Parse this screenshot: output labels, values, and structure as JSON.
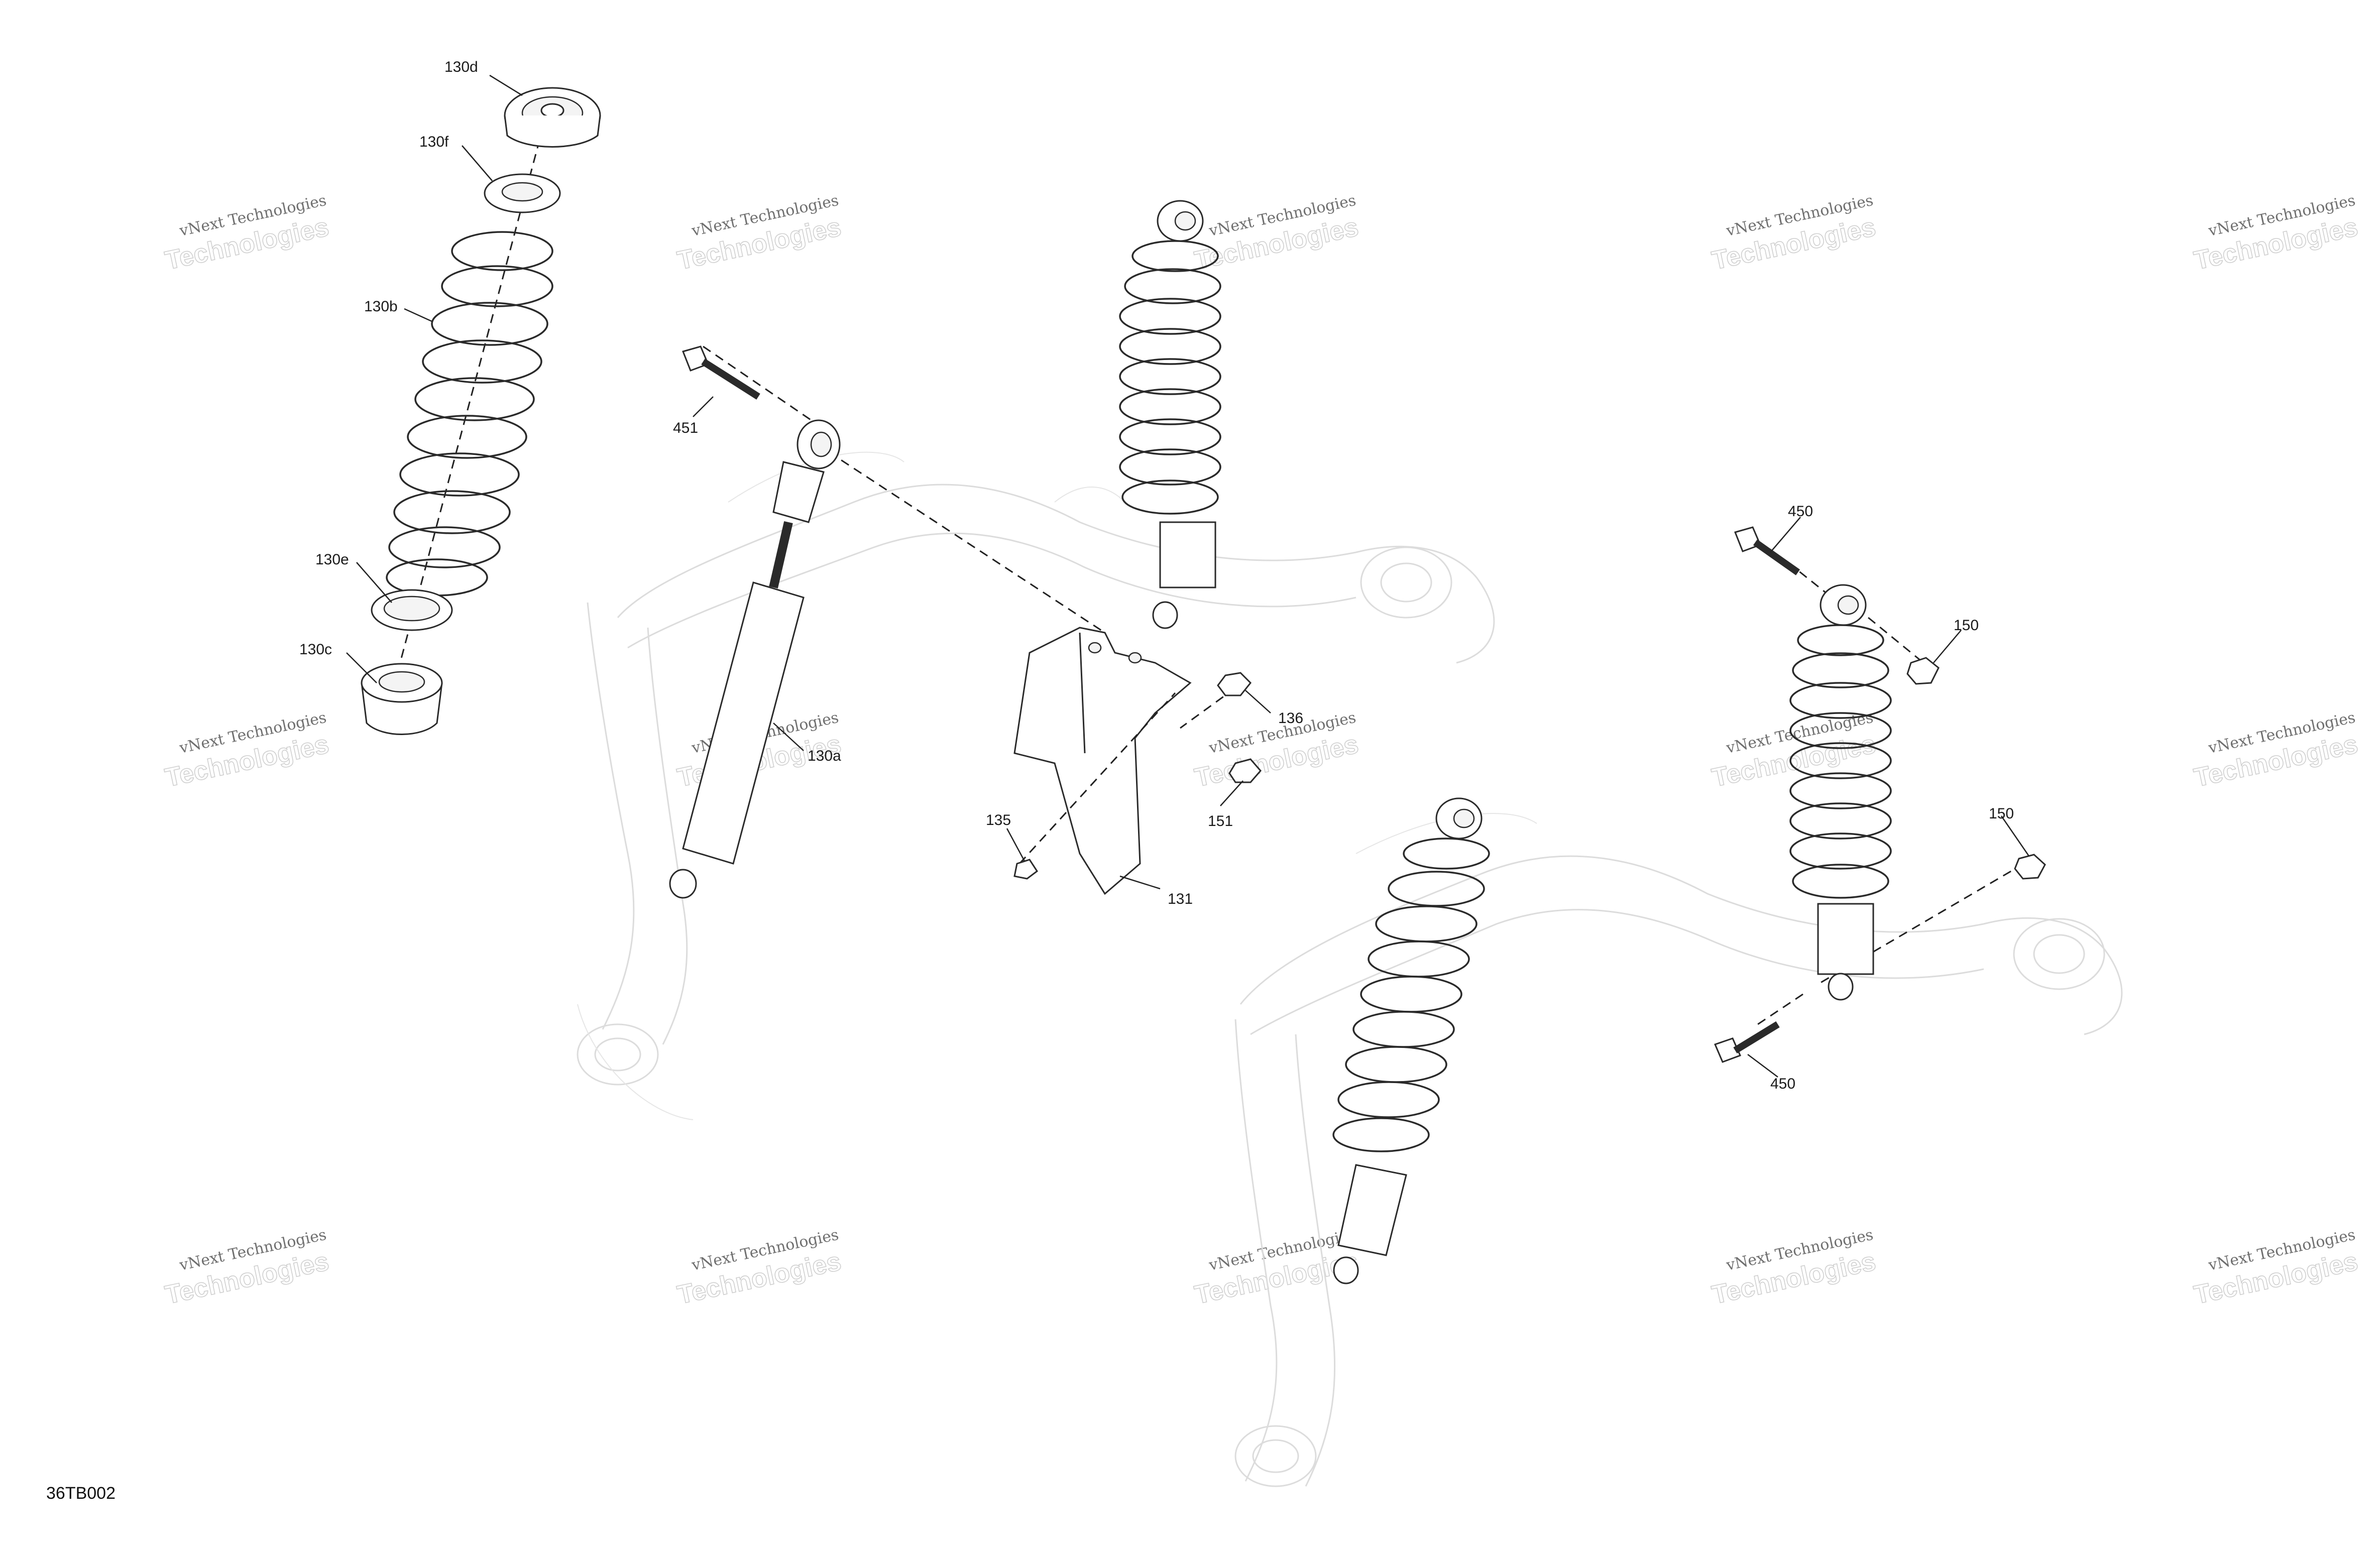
{
  "figure_id": "36TB002",
  "callouts": {
    "c130d": "130d",
    "c130f": "130f",
    "c130b": "130b",
    "c130e": "130e",
    "c130c": "130c",
    "c130a": "130a",
    "c451": "451",
    "c450_top": "450",
    "c450_bottom": "450",
    "c150_top": "150",
    "c150_bottom": "150",
    "c136": "136",
    "c151": "151",
    "c135": "135",
    "c131": "131"
  },
  "watermark": {
    "brand": "vNext Technologies",
    "short": "vNext",
    "long": "Technologies"
  }
}
